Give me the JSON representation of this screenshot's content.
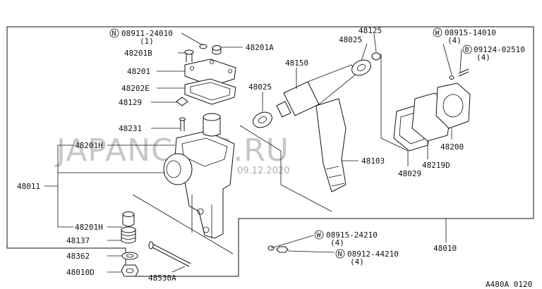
{
  "diagram": {
    "labels": {
      "p08911_24010": "08911-24010",
      "p08911_qty": "(1)",
      "p48201A": "48201A",
      "p48201B": "48201B",
      "p48201": "48201",
      "p48202E": "48202E",
      "p48129": "48129",
      "p48231": "48231",
      "p48201H_top": "48201H",
      "p48011": "48011",
      "p48201H_bot": "48201H",
      "p48137": "48137",
      "p48362": "48362",
      "p48010D": "48010D",
      "p48530A": "48530A",
      "p48150": "48150",
      "p48025_top": "48025",
      "p48125": "48125",
      "p48025_mid": "48025",
      "p48103": "48103",
      "p08915_14010": "08915-14010",
      "p08915_14010_qty": "(4)",
      "p09124_02510": "09124-02510",
      "p09124_qty": "(4)",
      "p48200": "48200",
      "p48219D": "48219D",
      "p48029": "48029",
      "p48010": "48010",
      "p08915_24210": "08915-24210",
      "p08915_24210_qty": "(4)",
      "p08912_44210": "08912-44210",
      "p08912_qty": "(4)",
      "ref_code": "A480A 0120"
    },
    "markers": {
      "N": "N",
      "W": "W",
      "B": "B"
    },
    "watermark": {
      "brand": "JAPANCATS.RU",
      "date": "09.12.2020"
    }
  }
}
